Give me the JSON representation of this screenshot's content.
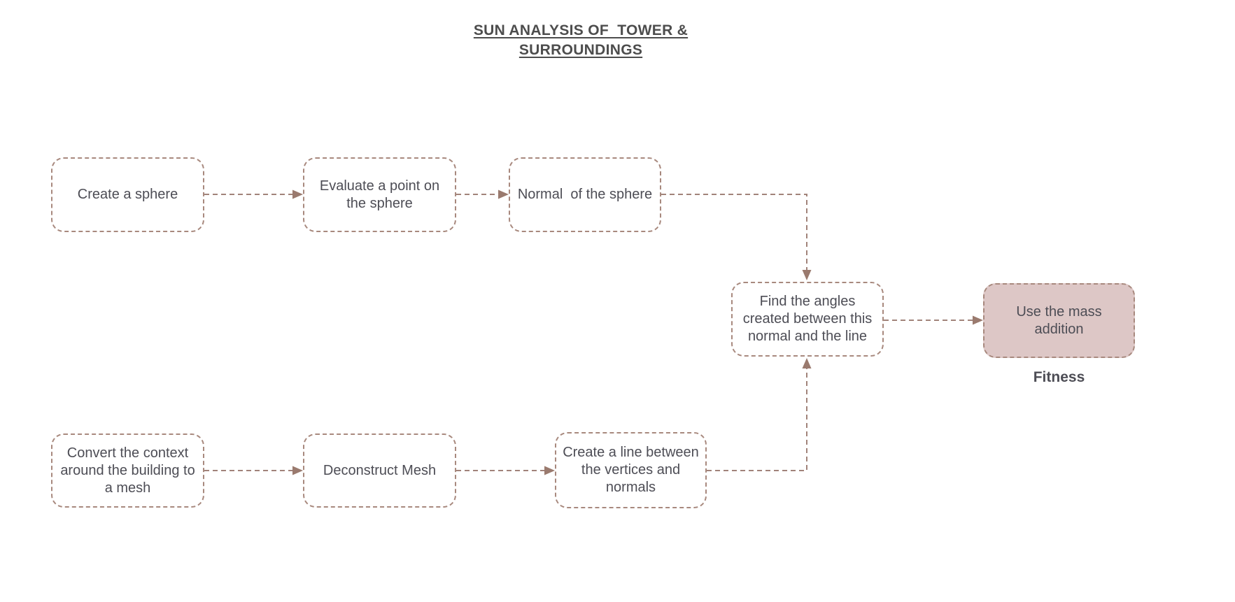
{
  "title": {
    "text": "SUN ANALYSIS OF  TOWER &\nSURROUNDINGS"
  },
  "nodes": {
    "create_sphere": {
      "label": "Create a sphere"
    },
    "evaluate_point": {
      "label": "Evaluate a point on\nthe sphere"
    },
    "normal_sphere": {
      "label": "Normal  of the sphere"
    },
    "find_angles": {
      "label": "Find the angles\ncreated between this\nnormal and the line"
    },
    "mass_addition": {
      "label": "Use the mass\naddition",
      "caption": "Fitness"
    },
    "convert_context": {
      "label": "Convert the context\naround the building to\na mesh"
    },
    "deconstruct_mesh": {
      "label": "Deconstruct Mesh"
    },
    "create_line": {
      "label": "Create a line between\nthe vertices and\nnormals"
    }
  },
  "colors": {
    "background": "#ffffff",
    "box_border": "#a8897e",
    "connector_line": "#a1837a",
    "arrowhead": "#9a7a6e",
    "highlight_fill": "#ddc7c6",
    "node_text": "#4d4d55",
    "title_text": "#4d4d4d"
  }
}
